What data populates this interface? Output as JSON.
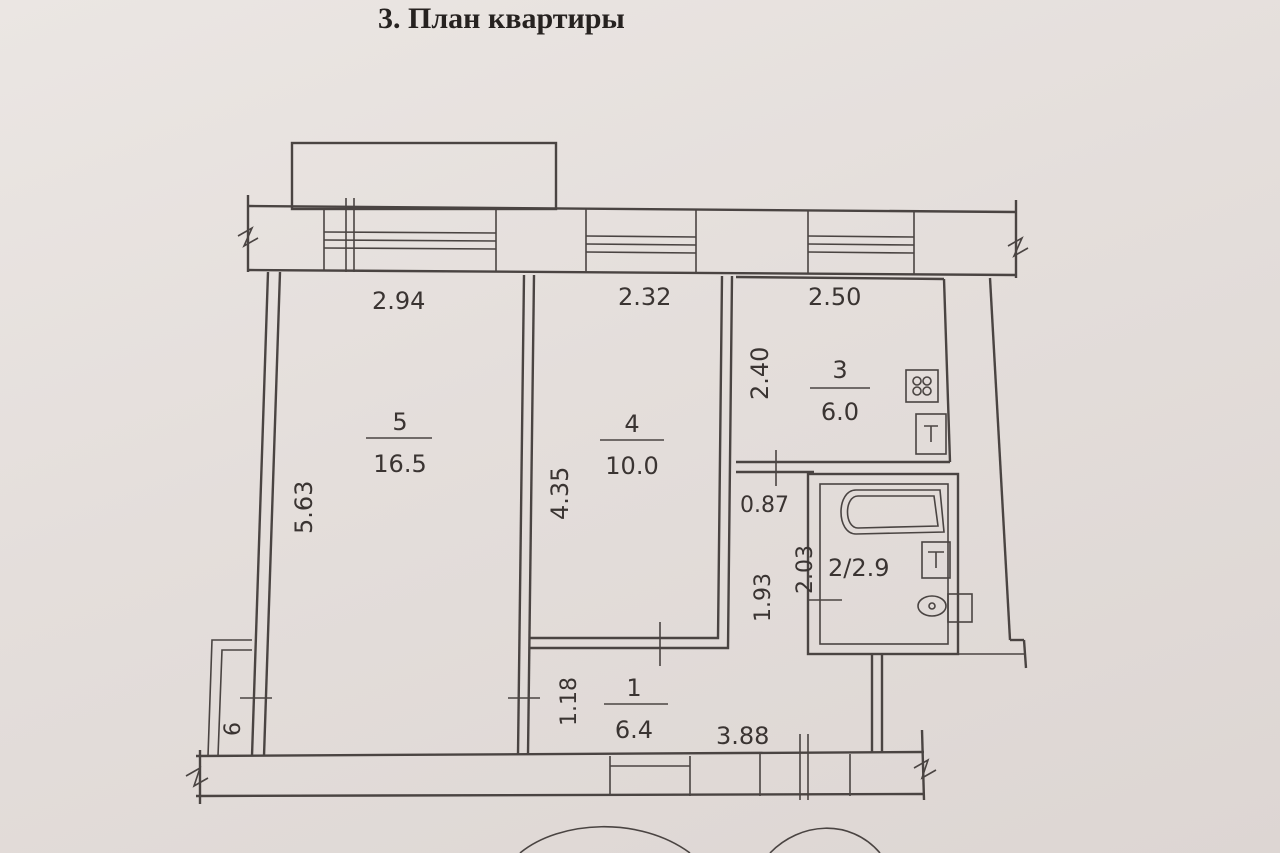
{
  "title": "3. План квартиры",
  "rooms": [
    {
      "number": "5",
      "area": "16.5"
    },
    {
      "number": "4",
      "area": "10.0"
    },
    {
      "number": "3",
      "area": "6.0"
    },
    {
      "label": "2/2.9"
    },
    {
      "number": "1",
      "area": "6.4"
    }
  ],
  "dimensions": {
    "room5_width": "2.94",
    "room4_width": "2.32",
    "room3_width": "2.50",
    "room5_depth": "5.63",
    "room4_depth": "4.35",
    "room3_depth": "2.40",
    "bath_small": "0.87",
    "bath_depth": "2.03",
    "corridor_side": "1.93",
    "hall_depth": "1.18",
    "hall_length": "3.88",
    "closet": "6"
  }
}
